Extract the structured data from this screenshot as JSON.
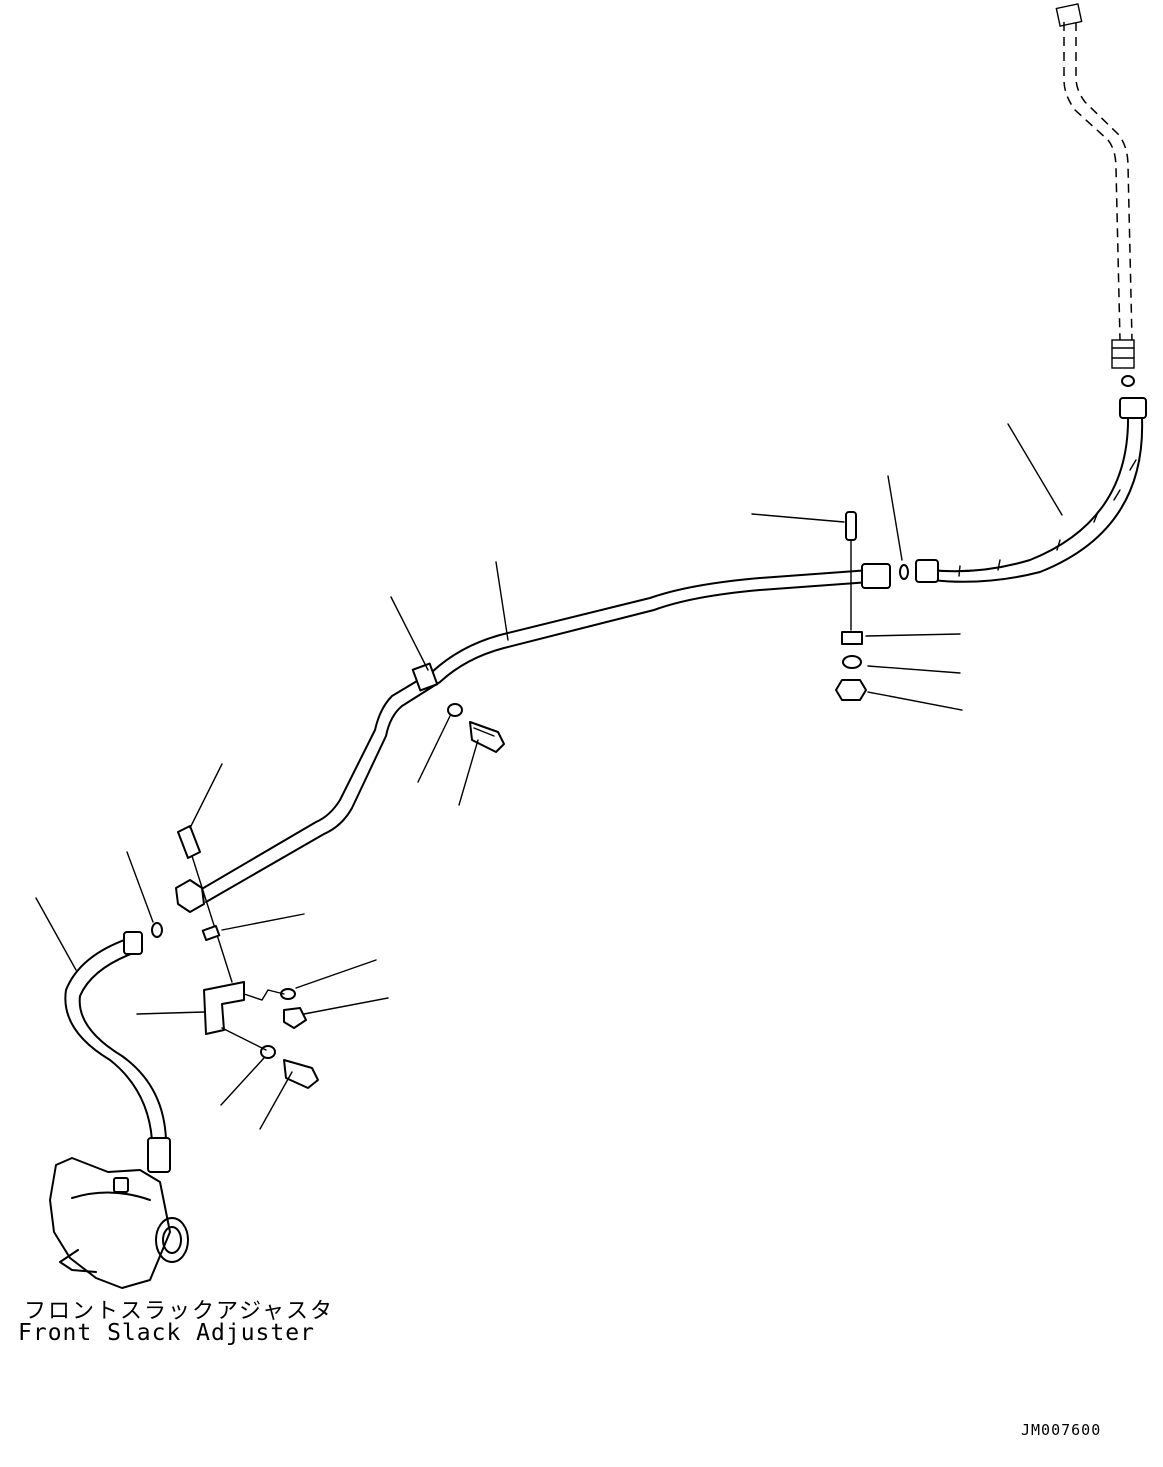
{
  "labels": {
    "component_jp": "フロントスラックアジャスタ",
    "component_en": "Front Slack Adjuster",
    "drawing_code": "JM007600"
  },
  "colors": {
    "ink": "#000000",
    "background": "#ffffff"
  }
}
